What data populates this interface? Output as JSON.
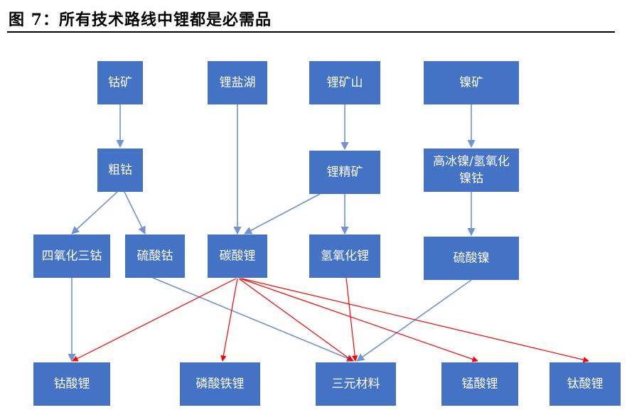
{
  "figure": {
    "title": "图 7：所有技术路线中锂都是必需品"
  },
  "colors": {
    "node_fill": "#4472c4",
    "edge_blue": "#6f93d3",
    "edge_red": "#ff0000",
    "text": "#ffffff"
  },
  "nodes": [
    {
      "id": "cobalt_ore",
      "label": "钴矿"
    },
    {
      "id": "lithium_salt_lake",
      "label": "锂盐湖"
    },
    {
      "id": "lithium_ore_mountain",
      "label": "锂矿山"
    },
    {
      "id": "nickel_ore",
      "label": "镍矿"
    },
    {
      "id": "crude_cobalt",
      "label": "粗钴"
    },
    {
      "id": "lithium_concentrate",
      "label": "锂精矿"
    },
    {
      "id": "nickel_matte",
      "label": "高冰镍/氢氧化镍钴"
    },
    {
      "id": "cobalt_tetroxide",
      "label": "四氧化三钴"
    },
    {
      "id": "cobalt_sulfate",
      "label": "硫酸钴"
    },
    {
      "id": "lithium_carbonate",
      "label": "碳酸锂"
    },
    {
      "id": "lithium_hydroxide",
      "label": "氢氧化锂"
    },
    {
      "id": "nickel_sulfate",
      "label": "硫酸镍"
    },
    {
      "id": "lithium_cobalt_oxide",
      "label": "钴酸锂"
    },
    {
      "id": "lithium_iron_phosphate",
      "label": "磷酸铁锂"
    },
    {
      "id": "ternary_materials",
      "label": "三元材料"
    },
    {
      "id": "lithium_manganate",
      "label": "锰酸锂"
    },
    {
      "id": "lithium_titanate",
      "label": "钛酸锂"
    }
  ],
  "edges": [
    {
      "from": "cobalt_ore",
      "to": "crude_cobalt",
      "color": "blue"
    },
    {
      "from": "crude_cobalt",
      "to": "cobalt_tetroxide",
      "color": "blue"
    },
    {
      "from": "crude_cobalt",
      "to": "cobalt_sulfate",
      "color": "blue"
    },
    {
      "from": "lithium_salt_lake",
      "to": "lithium_carbonate",
      "color": "blue"
    },
    {
      "from": "lithium_ore_mountain",
      "to": "lithium_concentrate",
      "color": "blue"
    },
    {
      "from": "lithium_concentrate",
      "to": "lithium_carbonate",
      "color": "blue"
    },
    {
      "from": "lithium_concentrate",
      "to": "lithium_hydroxide",
      "color": "blue"
    },
    {
      "from": "nickel_ore",
      "to": "nickel_matte",
      "color": "blue"
    },
    {
      "from": "nickel_matte",
      "to": "nickel_sulfate",
      "color": "blue"
    },
    {
      "from": "cobalt_tetroxide",
      "to": "lithium_cobalt_oxide",
      "color": "blue"
    },
    {
      "from": "cobalt_sulfate",
      "to": "ternary_materials",
      "color": "blue"
    },
    {
      "from": "nickel_sulfate",
      "to": "ternary_materials",
      "color": "blue"
    },
    {
      "from": "lithium_carbonate",
      "to": "lithium_cobalt_oxide",
      "color": "red"
    },
    {
      "from": "lithium_carbonate",
      "to": "lithium_iron_phosphate",
      "color": "red"
    },
    {
      "from": "lithium_carbonate",
      "to": "ternary_materials",
      "color": "red"
    },
    {
      "from": "lithium_carbonate",
      "to": "lithium_manganate",
      "color": "red"
    },
    {
      "from": "lithium_carbonate",
      "to": "lithium_titanate",
      "color": "red"
    },
    {
      "from": "lithium_hydroxide",
      "to": "ternary_materials",
      "color": "red"
    }
  ]
}
